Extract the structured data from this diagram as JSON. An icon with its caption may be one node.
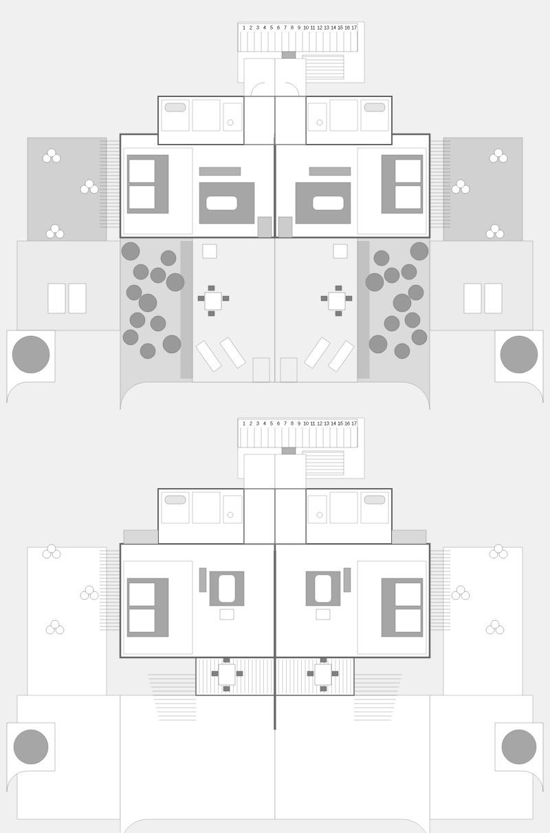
{
  "diagram": {
    "labels": [
      "1",
      "2",
      "3",
      "4",
      "5",
      "6",
      "7",
      "8",
      "9",
      "10",
      "11",
      "12",
      "13",
      "14",
      "15",
      "16",
      "17",
      "1",
      "2",
      "3",
      "4",
      "5",
      "6",
      "7",
      "8",
      "9",
      "10",
      "11",
      "12",
      "13",
      "14",
      "15",
      "16",
      "17"
    ]
  }
}
